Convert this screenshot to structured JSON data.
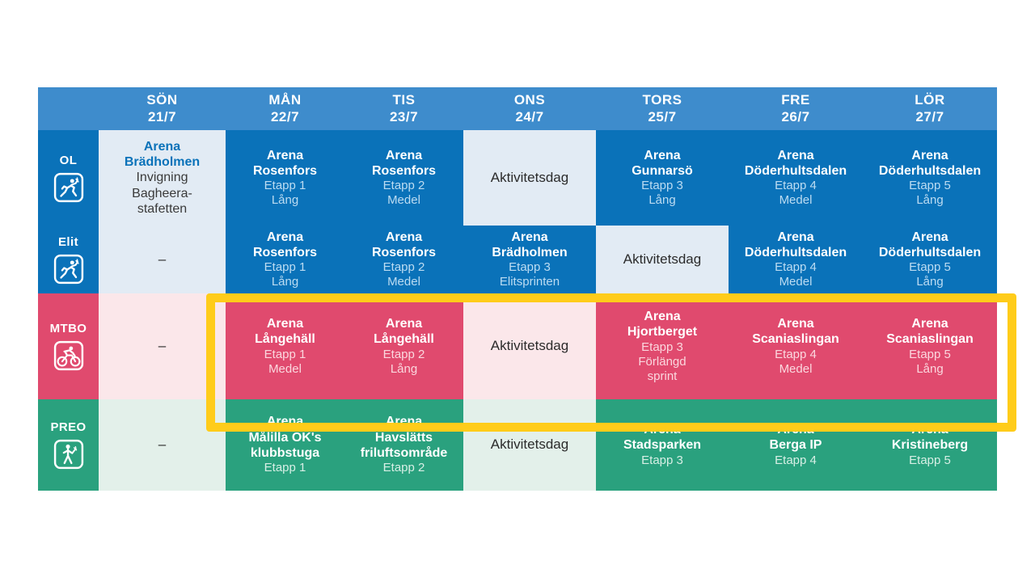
{
  "table": {
    "corner_label": "",
    "days": [
      {
        "dow": "SÖN",
        "date": "21/7"
      },
      {
        "dow": "MÅN",
        "date": "22/7"
      },
      {
        "dow": "TIS",
        "date": "23/7"
      },
      {
        "dow": "ONS",
        "date": "24/7"
      },
      {
        "dow": "TORS",
        "date": "25/7"
      },
      {
        "dow": "FRE",
        "date": "26/7"
      },
      {
        "dow": "LÖR",
        "date": "27/7"
      }
    ],
    "rows": [
      {
        "discipline": "OL",
        "icon": "runner-icon",
        "color": "#0a72b9",
        "cells": [
          {
            "arena": "Arena",
            "venue": "Brädholmen",
            "etapp": "Invigning",
            "dist": "Bagheera-",
            "dist2": "stafetten"
          },
          {
            "arena": "Arena",
            "venue": "Rosenfors",
            "etapp": "Etapp 1",
            "dist": "Lång"
          },
          {
            "arena": "Arena",
            "venue": "Rosenfors",
            "etapp": "Etapp 2",
            "dist": "Medel"
          },
          {
            "rest": "Aktivitetsdag"
          },
          {
            "arena": "Arena",
            "venue": "Gunnarsö",
            "etapp": "Etapp 3",
            "dist": "Lång"
          },
          {
            "arena": "Arena",
            "venue": "Döderhultsdalen",
            "etapp": "Etapp 4",
            "dist": "Medel"
          },
          {
            "arena": "Arena",
            "venue": "Döderhultsdalen",
            "etapp": "Etapp 5",
            "dist": "Lång"
          }
        ]
      },
      {
        "discipline": "Elit",
        "icon": "runner-icon",
        "color": "#0a72b9",
        "cells": [
          {
            "dash": "–"
          },
          {
            "arena": "Arena",
            "venue": "Rosenfors",
            "etapp": "Etapp 1",
            "dist": "Lång"
          },
          {
            "arena": "Arena",
            "venue": "Rosenfors",
            "etapp": "Etapp 2",
            "dist": "Medel"
          },
          {
            "arena": "Arena",
            "venue": "Brädholmen",
            "etapp": "Etapp 3",
            "dist": "Elitsprinten"
          },
          {
            "rest": "Aktivitetsdag"
          },
          {
            "arena": "Arena",
            "venue": "Döderhultsdalen",
            "etapp": "Etapp 4",
            "dist": "Medel"
          },
          {
            "arena": "Arena",
            "venue": "Döderhultsdalen",
            "etapp": "Etapp 5",
            "dist": "Lång"
          }
        ]
      },
      {
        "discipline": "MTBO",
        "icon": "cyclist-icon",
        "color": "#e04a6e",
        "cells": [
          {
            "dash": "–"
          },
          {
            "arena": "Arena",
            "venue": "Långehäll",
            "etapp": "Etapp 1",
            "dist": "Medel"
          },
          {
            "arena": "Arena",
            "venue": "Långehäll",
            "etapp": "Etapp 2",
            "dist": "Lång"
          },
          {
            "rest": "Aktivitetsdag"
          },
          {
            "arena": "Arena",
            "venue": "Hjortberget",
            "etapp": "Etapp 3",
            "dist": "Förlängd",
            "dist2": "sprint"
          },
          {
            "arena": "Arena",
            "venue": "Scaniaslingan",
            "etapp": "Etapp 4",
            "dist": "Medel"
          },
          {
            "arena": "Arena",
            "venue": "Scaniaslingan",
            "etapp": "Etapp 5",
            "dist": "Lång"
          }
        ]
      },
      {
        "discipline": "PREO",
        "icon": "walker-icon",
        "color": "#2aa17e",
        "cells": [
          {
            "dash": "–"
          },
          {
            "arena": "Arena",
            "venue": "Målilla OK's",
            "venue2": "klubbstuga",
            "etapp": "Etapp 1"
          },
          {
            "arena": "Arena",
            "venue": "Havslätts",
            "venue2": "friluftsområde",
            "etapp": "Etapp 2"
          },
          {
            "rest": "Aktivitetsdag"
          },
          {
            "arena": "Arena",
            "venue": "Stadsparken",
            "etapp": "Etapp 3"
          },
          {
            "arena": "Arena",
            "venue": "Berga IP",
            "etapp": "Etapp 4"
          },
          {
            "arena": "Arena",
            "venue": "Kristineberg",
            "etapp": "Etapp 5"
          }
        ]
      }
    ]
  },
  "highlight": {
    "color": "#ffcc1a",
    "label": "mtbo-row-highlight"
  },
  "colors": {
    "header_blue": "#3e8ccc",
    "blue": "#0a72b9",
    "blue_light": "#e2ebf4",
    "pink": "#e04a6e",
    "pink_light": "#fbe7ea",
    "green": "#2aa17e",
    "green_light": "#e3f0ea",
    "yellow": "#ffcc1a"
  }
}
